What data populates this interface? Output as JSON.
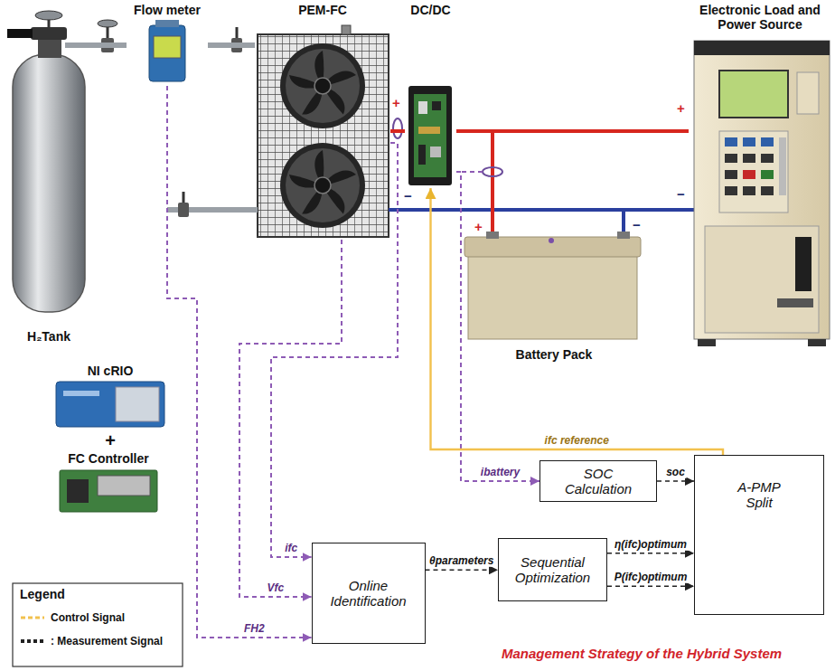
{
  "diagram": {
    "caption": "Management Strategy of the Hybrid System",
    "nodes": [
      {
        "text": [
          "Flow meter"
        ]
      },
      {
        "text": [
          "PEM-FC"
        ]
      },
      {
        "text": [
          "DC/DC"
        ]
      },
      {
        "text": [
          "Electronic Load and Power Source"
        ]
      },
      {
        "text": [
          "H₂Tank"
        ]
      },
      {
        "text": [
          "Battery Pack"
        ]
      },
      {
        "text": [
          "SOC Calculation"
        ]
      },
      {
        "text": [
          "Online Identification"
        ]
      },
      {
        "text": [
          "Sequential Optimization"
        ]
      },
      {
        "text": [
          "A-PMP Split"
        ]
      }
    ],
    "edges": [
      {
        "from": 4,
        "to": 0,
        "arrow": "none"
      },
      {
        "from": 0,
        "to": 1,
        "arrow": "none"
      },
      {
        "from": 1,
        "to": 2,
        "arrow": "none"
      },
      {
        "from": 2,
        "to": 3,
        "arrow": "none"
      },
      {
        "from": 0,
        "to": 7,
        "label": "FH2",
        "arrow": "to"
      },
      {
        "from": 1,
        "to": 7,
        "label": "Vfc",
        "arrow": "to"
      },
      {
        "from": 1,
        "to": 7,
        "label": "ifc",
        "arrow": "to"
      },
      {
        "from": 2,
        "to": 6,
        "label": "ibattery",
        "arrow": "to"
      },
      {
        "from": 6,
        "to": 9,
        "label": "soc",
        "arrow": "to"
      },
      {
        "from": 7,
        "to": 8,
        "label": "θparameters",
        "arrow": "to"
      },
      {
        "from": 8,
        "to": 9,
        "label": "η(ifc)optimum",
        "arrow": "to"
      },
      {
        "from": 8,
        "to": 9,
        "label": "P(ifc)optimum",
        "arrow": "to"
      },
      {
        "from": 9,
        "to": 2,
        "label": "ifc reference",
        "arrow": "to"
      }
    ],
    "labels": [
      "+",
      "−",
      "+",
      "−",
      "+",
      "−",
      "NI cRIO",
      "+",
      "FC Controller",
      "Legend"
    ],
    "legend": [
      {
        "text": "Control Signal"
      },
      {
        "text": ": Measurement Signal"
      }
    ]
  }
}
